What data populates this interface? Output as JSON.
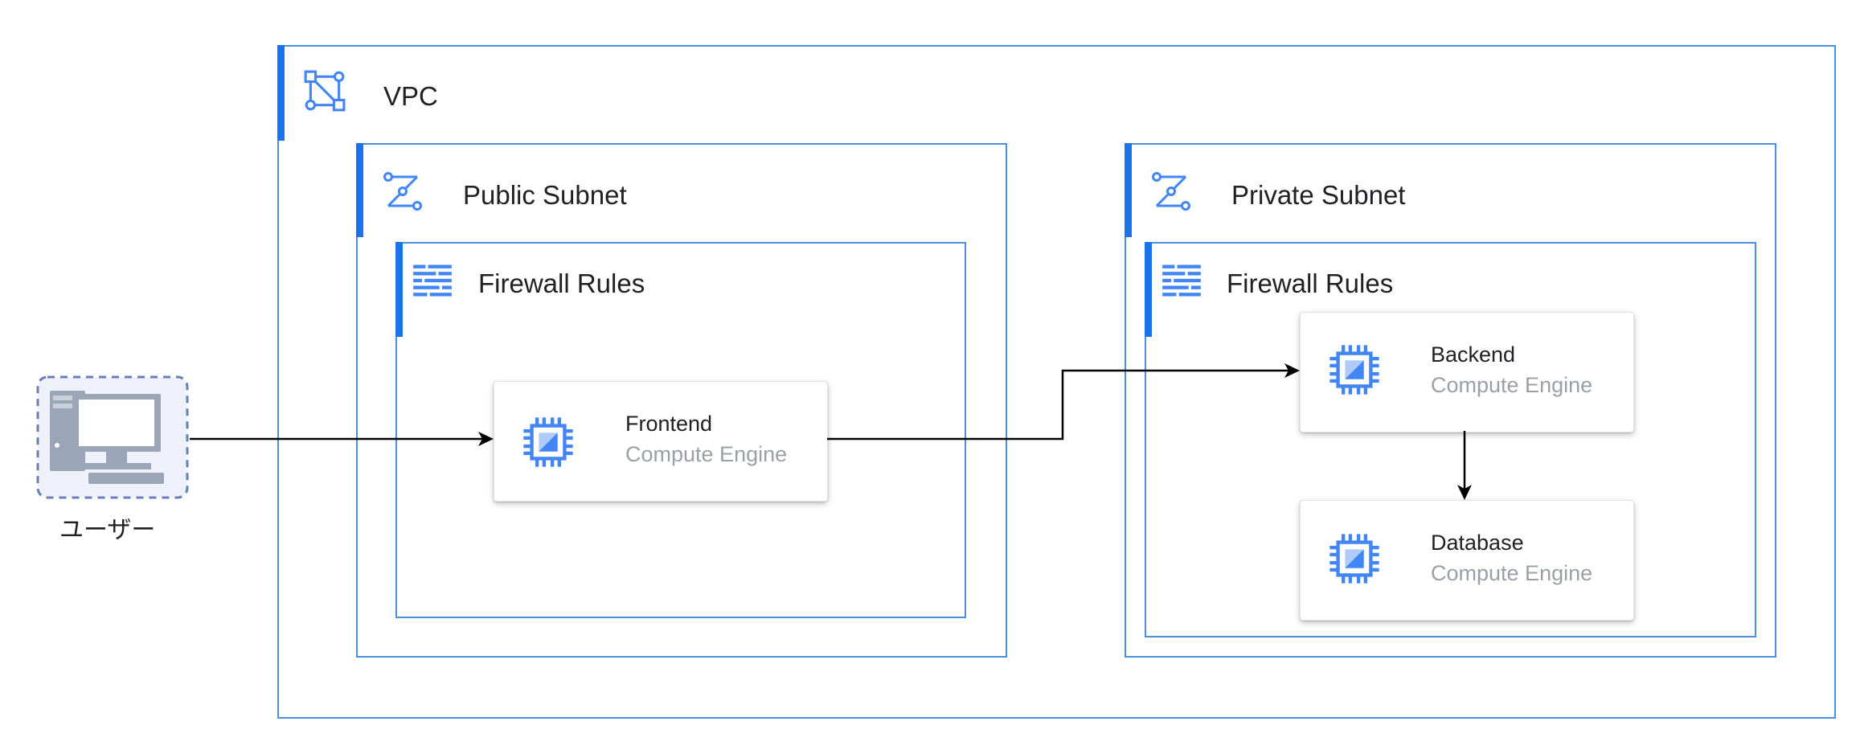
{
  "user": {
    "label": "ユーザー"
  },
  "vpc": {
    "label": "VPC"
  },
  "public_subnet": {
    "label": "Public Subnet",
    "firewall": {
      "label": "Firewall Rules"
    },
    "frontend": {
      "title": "Frontend",
      "subtitle": "Compute Engine"
    }
  },
  "private_subnet": {
    "label": "Private Subnet",
    "firewall": {
      "label": "Firewall Rules"
    },
    "backend": {
      "title": "Backend",
      "subtitle": "Compute Engine"
    },
    "database": {
      "title": "Database",
      "subtitle": "Compute Engine"
    }
  },
  "colors": {
    "container_border": "#4a90e2",
    "accent_bar": "#1a73e8",
    "icon_blue": "#4285f4",
    "user_icon_gray": "#9aa6b8",
    "arrow": "#000000"
  },
  "icons": {
    "vpc": "vpc-network-icon",
    "subnet": "subnet-icon",
    "firewall": "firewall-icon",
    "compute": "compute-engine-chip-icon",
    "user": "desktop-computer-icon"
  }
}
